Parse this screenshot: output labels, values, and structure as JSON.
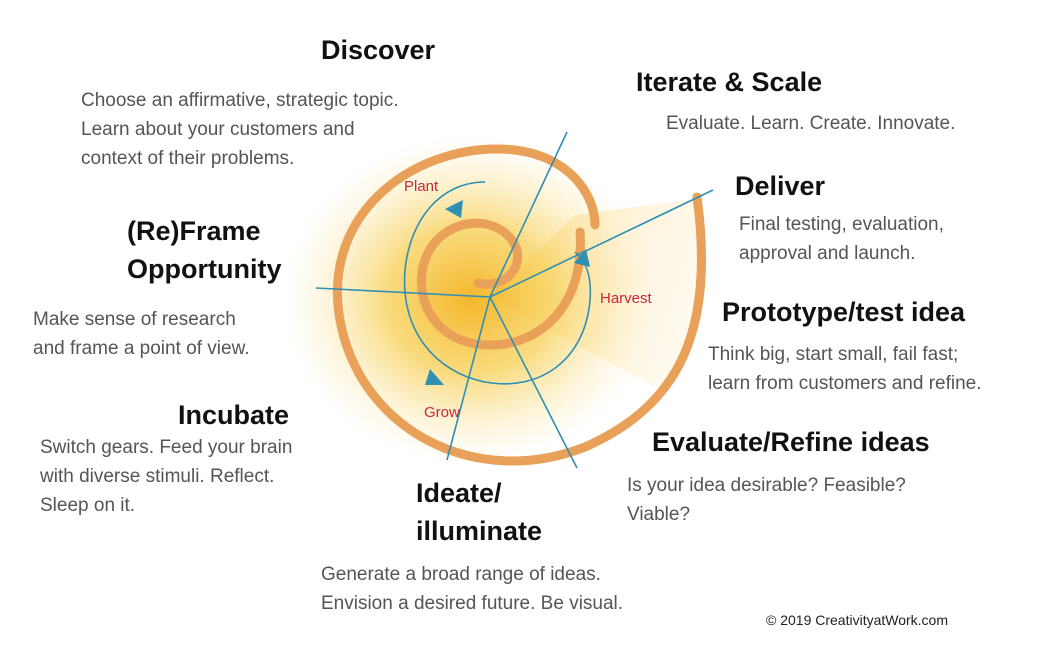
{
  "stages": {
    "discover": {
      "title": "Discover",
      "desc": [
        "Choose an affirmative, strategic topic.",
        "Learn about your customers and",
        "context of their problems."
      ]
    },
    "iterate": {
      "title": "Iterate & Scale",
      "desc": [
        "Evaluate. Learn. Create. Innovate."
      ]
    },
    "deliver": {
      "title": "Deliver",
      "desc": [
        "Final testing, evaluation,",
        "approval and launch."
      ]
    },
    "reframe": {
      "title": [
        "(Re)Frame",
        "Opportunity"
      ],
      "desc": [
        "Make sense of research",
        "and frame a point of view."
      ]
    },
    "prototype": {
      "title": "Prototype/test idea",
      "desc": [
        "Think big, start small, fail fast;",
        "learn from customers and refine."
      ]
    },
    "incubate": {
      "title": "Incubate",
      "desc": [
        "Switch gears. Feed your brain",
        "with diverse stimuli. Reflect.",
        "Sleep on it."
      ]
    },
    "evaluate": {
      "title": "Evaluate/Refine ideas",
      "desc": [
        "Is your idea desirable? Feasible?",
        "Viable?"
      ]
    },
    "ideate": {
      "title": [
        "Ideate/",
        "illuminate"
      ],
      "desc": [
        "Generate a broad range of ideas.",
        "Envision a desired future. Be visual."
      ]
    }
  },
  "phases": {
    "plant": "Plant",
    "harvest": "Harvest",
    "grow": "Grow"
  },
  "copyright": "© 2019 CreativityatWork.com",
  "colors": {
    "spiral_orange": "#e9a15a",
    "glow": "#f6c83a",
    "line_blue": "#2f8fb5",
    "phase_red": "#c8283a"
  }
}
